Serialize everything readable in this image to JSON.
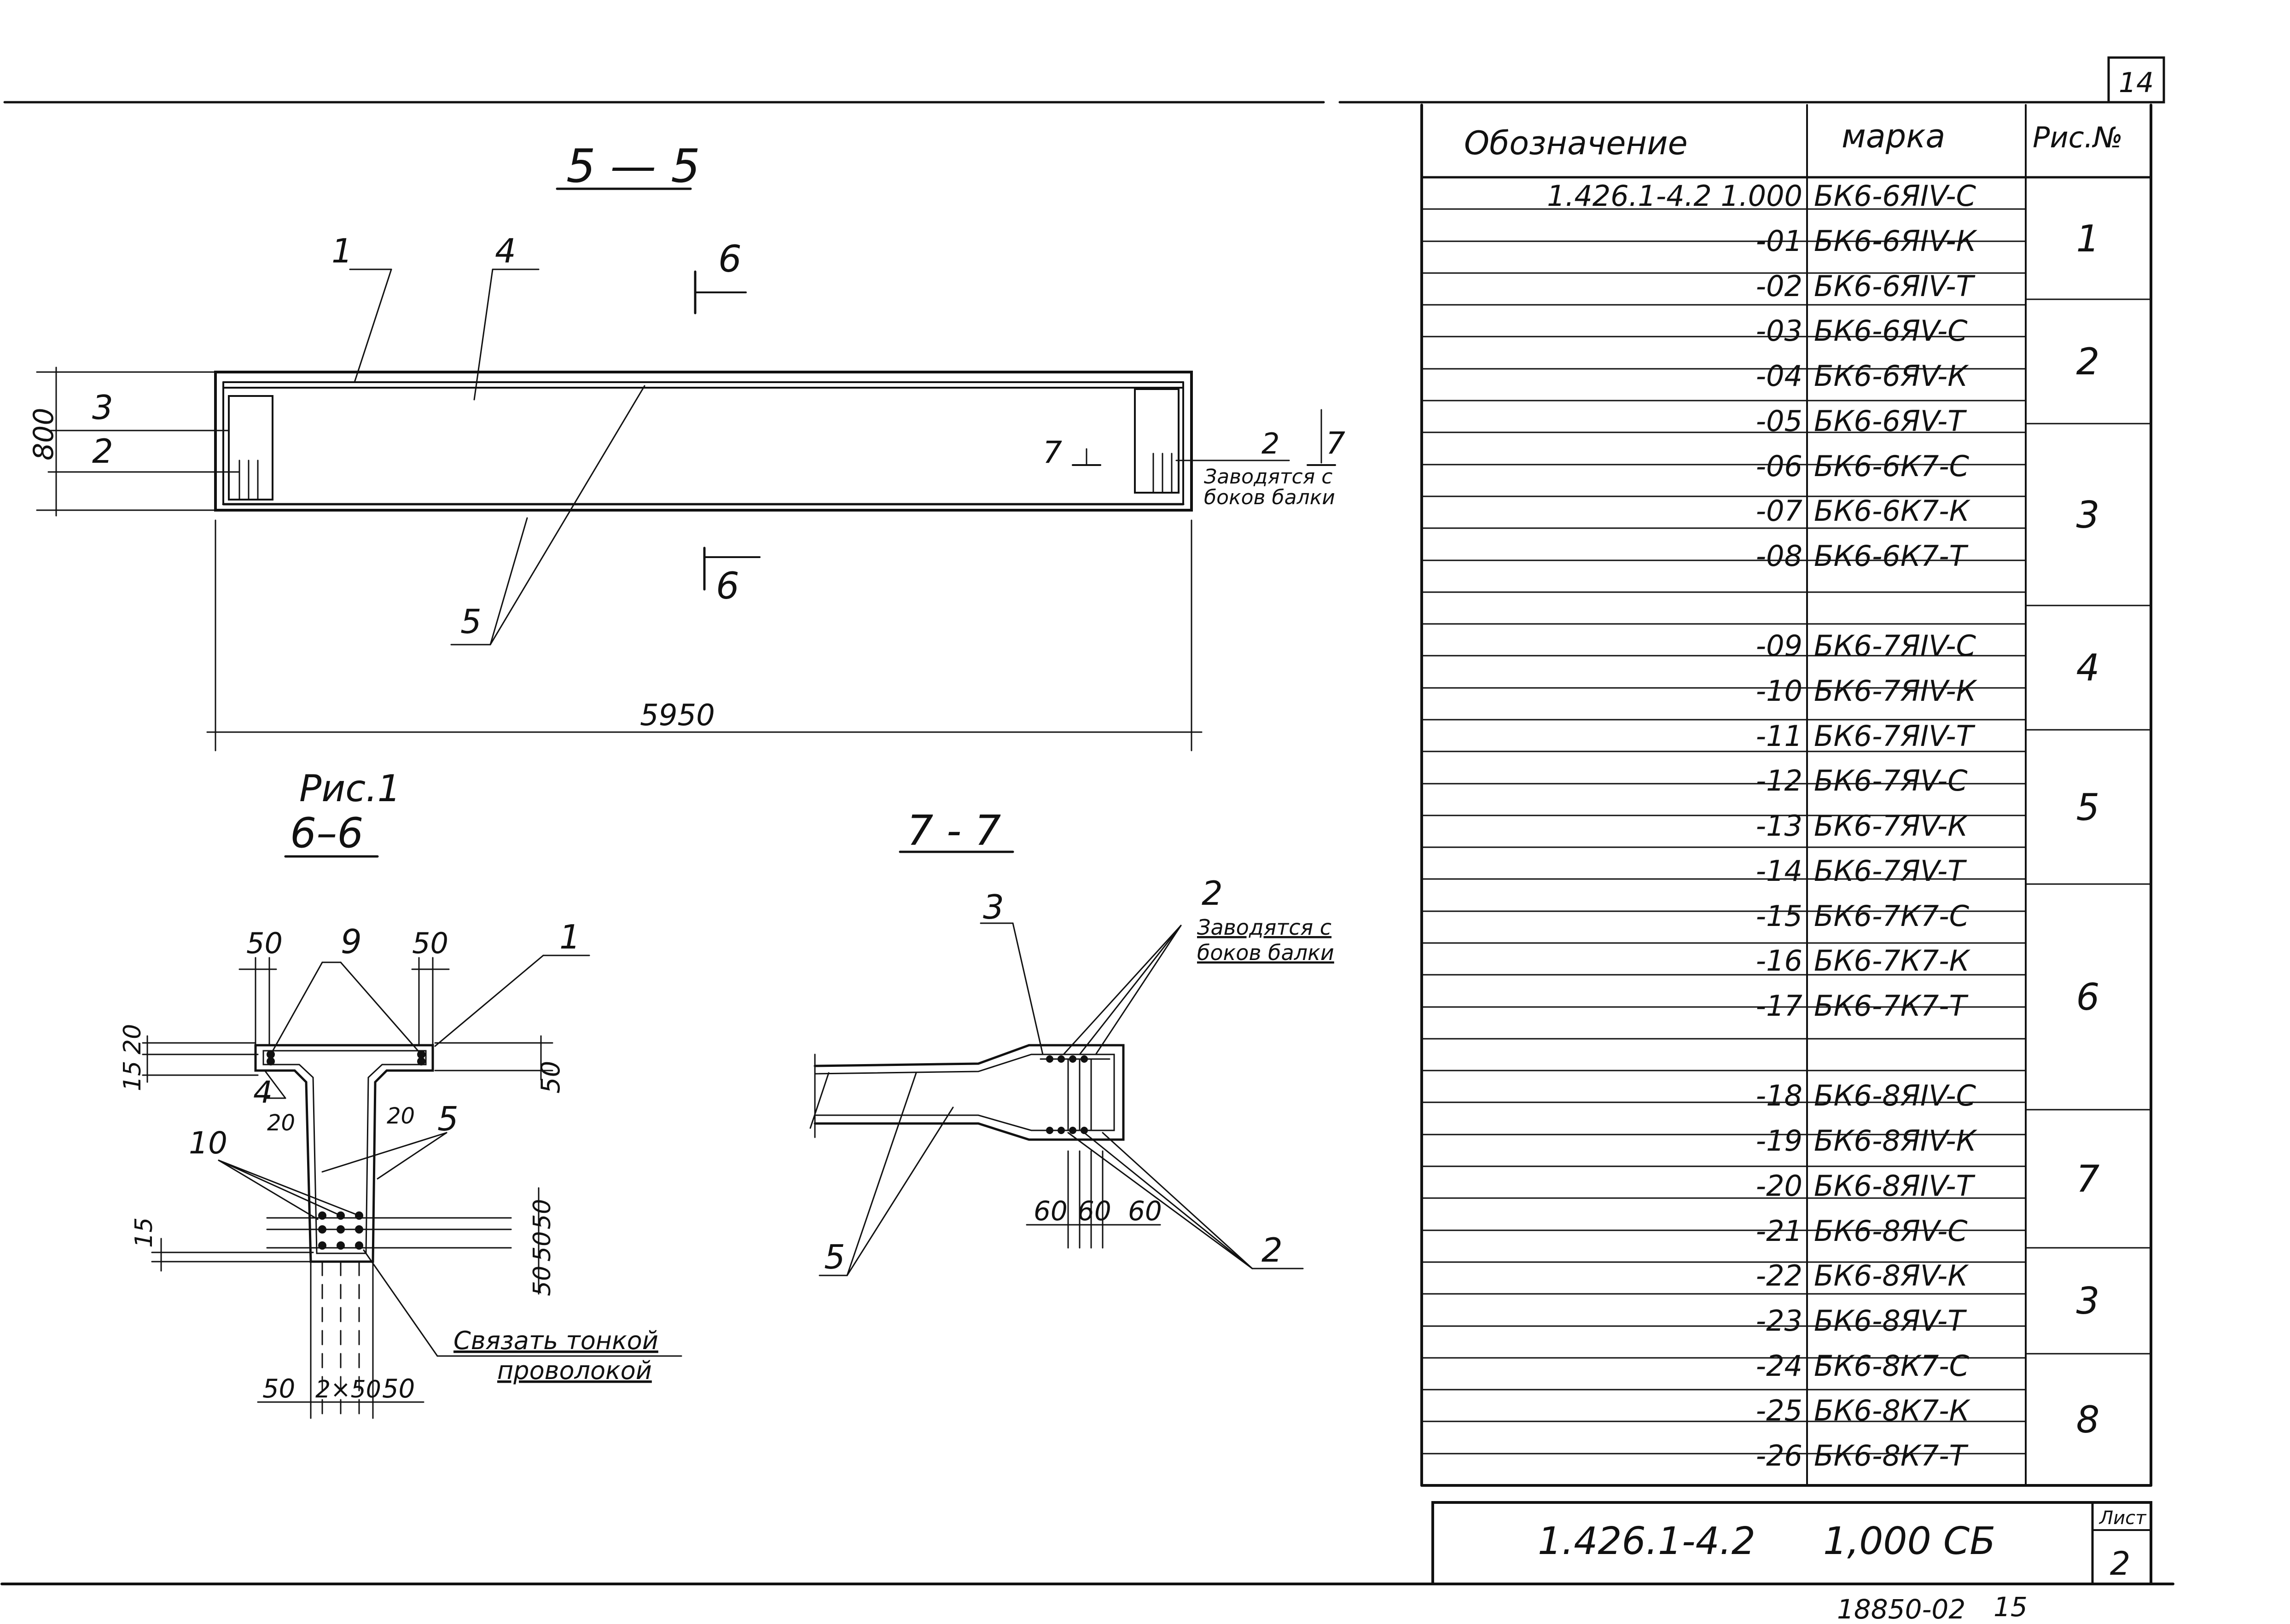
{
  "sheet": {
    "corner_number": "14",
    "doc_code": "1.426.1-4.2",
    "doc_suffix": "1,000 СБ",
    "sheet_label": "Лист",
    "sheet_number": "2",
    "archive_number": "18850-02",
    "archive_page": "15"
  },
  "drawing_5_5": {
    "title": "5 — 5",
    "length_dim": "5950",
    "height_dim": "800",
    "note_line1": "Заводятся с",
    "note_line2": "боков балки",
    "fig_label": "Рис.1",
    "leaders": [
      "1",
      "4",
      "3",
      "2",
      "2",
      "5"
    ],
    "cut_marks": [
      "6",
      "6",
      "7",
      "7"
    ]
  },
  "drawing_6_6": {
    "title": "6–6",
    "labels": [
      "9",
      "1",
      "4",
      "5",
      "10"
    ],
    "dims": [
      "50",
      "50",
      "20",
      "15",
      "50",
      "20",
      "20",
      "15",
      "50",
      "50",
      "50",
      "50",
      "2×50",
      "50"
    ],
    "note_line1": "Связать тонкой",
    "note_line2": "проволокой"
  },
  "drawing_7_7": {
    "title": "7 - 7",
    "labels": [
      "3",
      "2",
      "5",
      "2"
    ],
    "dims": [
      "60",
      "60",
      "60"
    ],
    "note_line1": "Заводятся с",
    "note_line2": "боков балки"
  },
  "table": {
    "headers": [
      "Обозначение",
      "марка",
      "Рис.№"
    ],
    "rows": [
      {
        "code": "1.426.1-4.2 1.000",
        "mark": "БК6-6ЯIV-С"
      },
      {
        "code": "-01",
        "mark": "БК6-6ЯIV-К"
      },
      {
        "code": "-02",
        "mark": "БК6-6ЯIV-Т"
      },
      {
        "code": "-03",
        "mark": "БК6-6ЯV-С"
      },
      {
        "code": "-04",
        "mark": "БК6-6ЯV-К"
      },
      {
        "code": "-05",
        "mark": "БК6-6ЯV-Т"
      },
      {
        "code": "-06",
        "mark": "БК6-6К7-С"
      },
      {
        "code": "-07",
        "mark": "БК6-6К7-К"
      },
      {
        "code": "-08",
        "mark": "БК6-6К7-Т"
      },
      {
        "code": "",
        "mark": ""
      },
      {
        "code": "-09",
        "mark": "БК6-7ЯIV-С"
      },
      {
        "code": "-10",
        "mark": "БК6-7ЯIV-К"
      },
      {
        "code": "-11",
        "mark": "БК6-7ЯIV-Т"
      },
      {
        "code": "-12",
        "mark": "БК6-7ЯV-С"
      },
      {
        "code": "-13",
        "mark": "БК6-7ЯV-К"
      },
      {
        "code": "-14",
        "mark": "БК6-7ЯV-Т"
      },
      {
        "code": "-15",
        "mark": "БК6-7К7-С"
      },
      {
        "code": "-16",
        "mark": "БК6-7К7-К"
      },
      {
        "code": "-17",
        "mark": "БК6-7К7-Т"
      },
      {
        "code": "",
        "mark": ""
      },
      {
        "code": "-18",
        "mark": "БК6-8ЯIV-С"
      },
      {
        "code": "-19",
        "mark": "БК6-8ЯIV-К"
      },
      {
        "code": "-20",
        "mark": "БК6-8ЯIV-Т"
      },
      {
        "code": "-21",
        "mark": "БК6-8ЯV-С"
      },
      {
        "code": "-22",
        "mark": "БК6-8ЯV-К"
      },
      {
        "code": "-23",
        "mark": "БК6-8ЯV-Т"
      },
      {
        "code": "-24",
        "mark": "БК6-8К7-С"
      },
      {
        "code": "-25",
        "mark": "БК6-8К7-К"
      },
      {
        "code": "-26",
        "mark": "БК6-8К7-Т"
      }
    ],
    "figures": [
      "1",
      "2",
      "3",
      "4",
      "5",
      "6",
      "7",
      "3",
      "8"
    ]
  }
}
